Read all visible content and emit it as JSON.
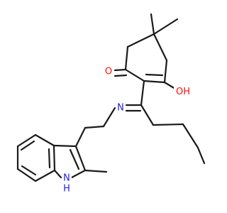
{
  "molecule": {
    "atom_labels": {
      "ketone_oxygen": "O",
      "hydroxyl_oxygen_text": "OH",
      "hydroxyl_O": "O",
      "hydroxyl_H": "H",
      "imine_nitrogen": "N",
      "indole_nitrogen": "N",
      "indole_nh_hydrogen": "H"
    },
    "colors": {
      "carbon_bond": "#1a1a1a",
      "oxygen": "#ff0d0d",
      "nitrogen": "#2020e0",
      "background": "#ffffff"
    }
  }
}
